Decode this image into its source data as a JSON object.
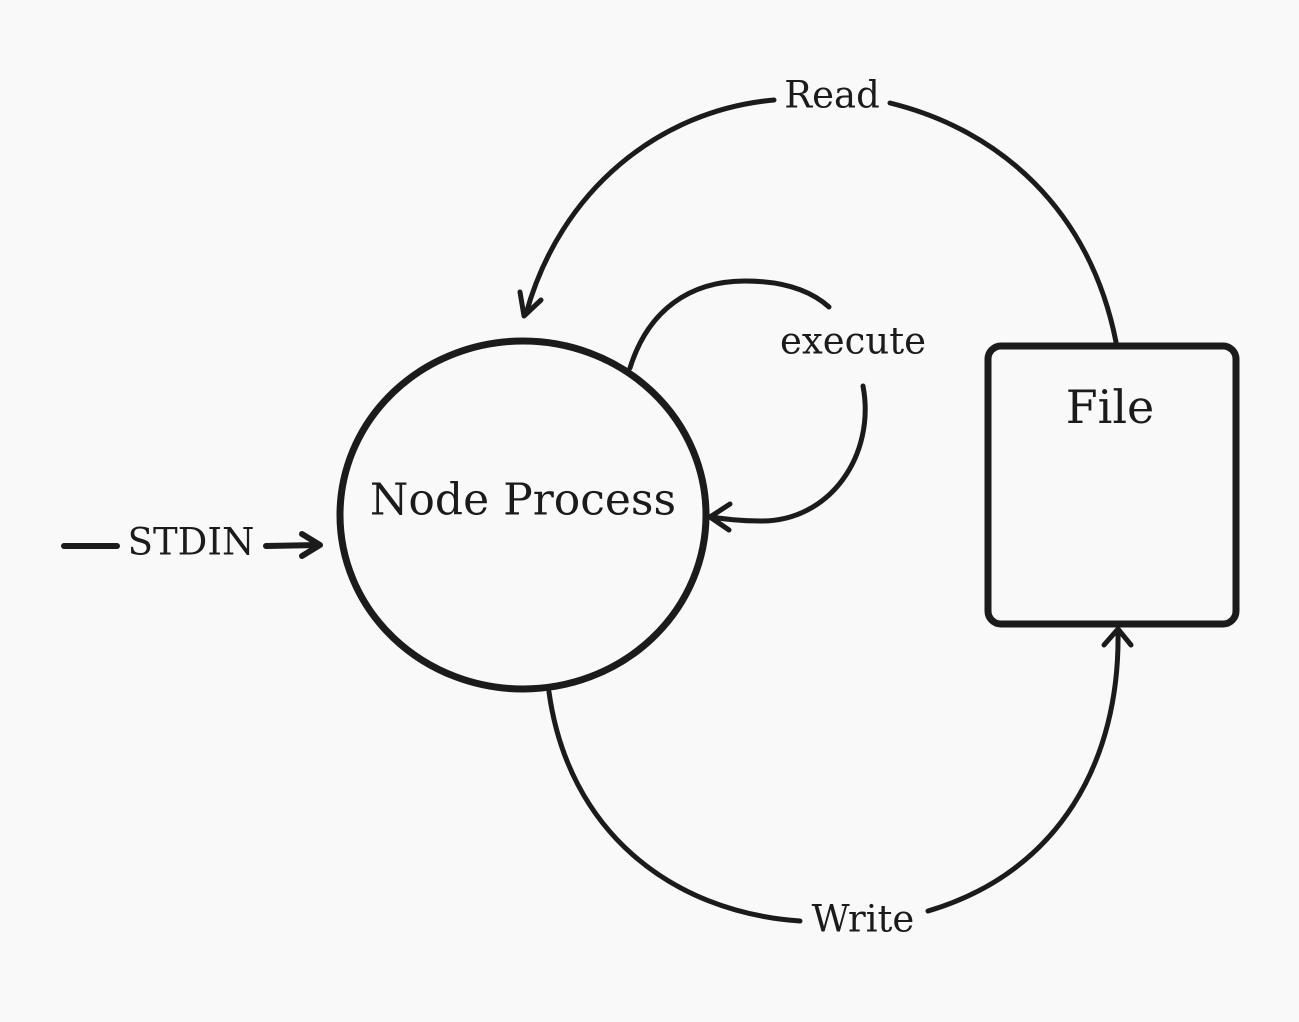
{
  "diagram": {
    "nodes": {
      "process": {
        "label": "Node Process"
      },
      "file": {
        "label": "File"
      }
    },
    "edges": {
      "stdin": {
        "label": "STDIN"
      },
      "read": {
        "label": "Read"
      },
      "execute": {
        "label": "execute"
      },
      "write": {
        "label": "Write"
      }
    }
  }
}
